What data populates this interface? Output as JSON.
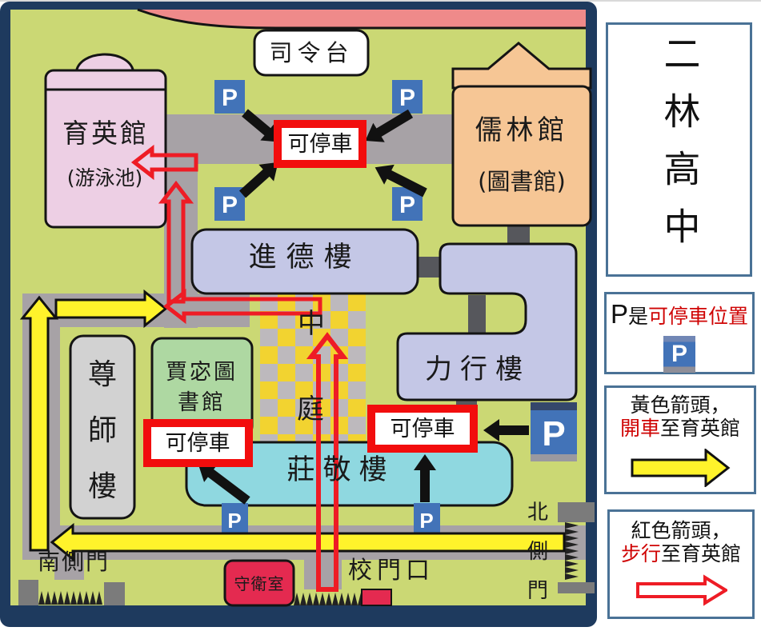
{
  "sidebar": {
    "school_name": "二林高中",
    "parking_box": {
      "p": "P",
      "is": "是",
      "highlight": "可停車位置",
      "icon_letter": "P"
    },
    "drive_box": {
      "line1": "黃色箭頭，",
      "highlight": "開車",
      "rest": "至育英館"
    },
    "walk_box": {
      "line1": "紅色箭頭，",
      "highlight": "步行",
      "rest": "至育英館"
    }
  },
  "map": {
    "p_letter": "P",
    "stage_label": "司令台",
    "parking_label": "可停車",
    "buildings": {
      "yuying": {
        "name": "育英館",
        "sub": "(游泳池)"
      },
      "rulin": {
        "name": "儒林館",
        "sub": "(圖書館)"
      },
      "jinde": {
        "name": "進德樓"
      },
      "lixing": {
        "name": "力行樓"
      },
      "zunshi": {
        "name": "尊師樓"
      },
      "jiami_library": {
        "line1": "賈宓圖",
        "line2": "書館"
      },
      "zhuangjing": {
        "name": "莊敬樓"
      },
      "guard_room": {
        "name": "守衛室"
      }
    },
    "courtyard": {
      "char1": "中",
      "char2": "庭"
    },
    "gates": {
      "south": "南側門",
      "main": "校門口",
      "north": "北側門"
    }
  },
  "colors": {
    "map_background": "#cbd874",
    "road_gray": "#a7a2a6",
    "border_navy": "#1e3a5e",
    "track_salmon": "#ef8a8a",
    "parking_blue": "#4273b8",
    "parking_box_red": "#f20d0d",
    "walk_arrow_red": "#ee1c25",
    "drive_arrow_yellow": "#fff32b",
    "guard_crimson": "#e42a50",
    "highlight_text_red": "#cf0404",
    "building_yuying_pink": "#edcfe4",
    "building_rulin_peach": "#f6c695",
    "building_lavender": "#c4c7e6",
    "building_library_green": "#aed8a2",
    "building_zunshi_gray": "#d2d2d2",
    "building_zhuangjing_teal": "#8fd8e0"
  }
}
